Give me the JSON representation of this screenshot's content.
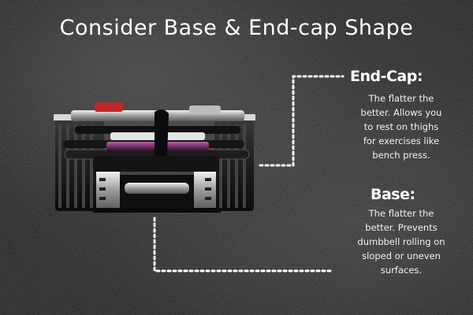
{
  "title": "Consider Base & End-cap Shape",
  "end_cap": {
    "heading": "End-Cap:",
    "lines": [
      "The flatter the",
      "better. Allows you",
      "to rest on thighs",
      "for exercises like",
      "bench press."
    ]
  },
  "base": {
    "heading": "Base:",
    "lines": [
      "The flatter the",
      "better. Prevents",
      "dumbbell rolling on",
      "sloped or uneven",
      "surfaces."
    ]
  },
  "colors": {
    "background": "#242424",
    "text": "#ffffff",
    "callout_dots": "#ffffff",
    "handle_accent": "#7a2e6e",
    "selector_red": "#c0282a"
  }
}
